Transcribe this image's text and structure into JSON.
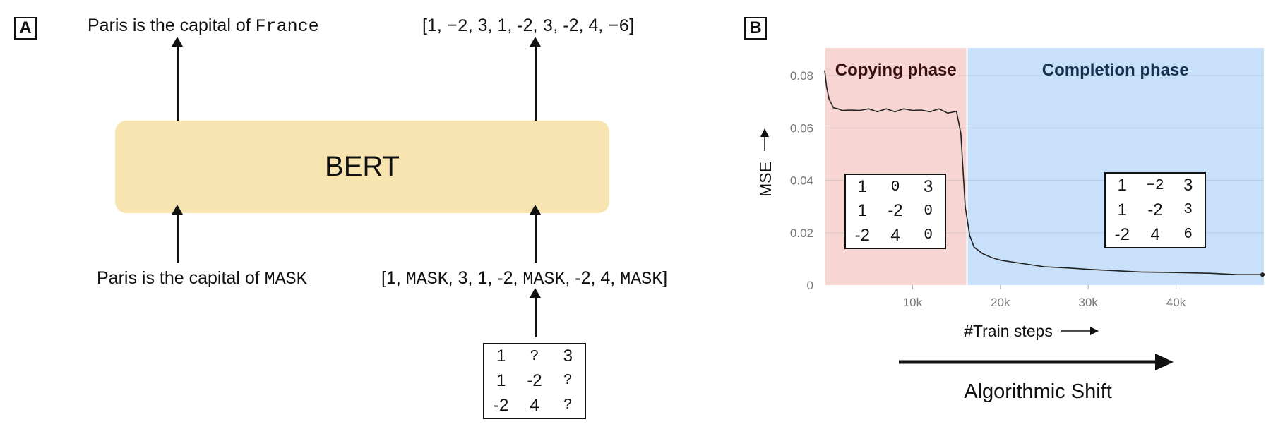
{
  "panels": {
    "a": "A",
    "b": "B"
  },
  "panel_a": {
    "bert_label": "BERT",
    "top_left": {
      "text": "Paris is the capital of ",
      "token": "France"
    },
    "bottom_left": {
      "text": "Paris is the capital of ",
      "token": "MASK"
    },
    "top_right": [
      "[1, ",
      "−2",
      ", 3, 1, -2, ",
      "3",
      ", -2, 4, ",
      "−6",
      "]"
    ],
    "bottom_right": [
      "[1, ",
      "MASK",
      ", 3, 1, -2, ",
      "MASK",
      ", -2, 4, ",
      "MASK",
      "]"
    ],
    "input_matrix": [
      [
        "1",
        "?",
        "3"
      ],
      [
        "1",
        "-2",
        "?"
      ],
      [
        "-2",
        "4",
        "?"
      ]
    ]
  },
  "panel_b": {
    "copy_matrix": [
      [
        "1",
        "0",
        "3"
      ],
      [
        "1",
        "-2",
        "0"
      ],
      [
        "-2",
        "4",
        "0"
      ]
    ],
    "complete_matrix": [
      [
        "1",
        "−2",
        "3"
      ],
      [
        "1",
        "-2",
        "3"
      ],
      [
        "-2",
        "4",
        "6"
      ]
    ],
    "shift_label": "Algorithmic Shift"
  },
  "chart_data": {
    "type": "line",
    "xlabel": "#Train steps",
    "ylabel": "MSE",
    "xlim": [
      0,
      50000
    ],
    "ylim": [
      0,
      0.09
    ],
    "x_ticks": [
      "10k",
      "20k",
      "30k",
      "40k"
    ],
    "x_tick_values": [
      10000,
      20000,
      30000,
      40000
    ],
    "y_ticks": [
      "0",
      "0.02",
      "0.04",
      "0.06",
      "0.08"
    ],
    "y_tick_values": [
      0,
      0.02,
      0.04,
      0.06,
      0.08
    ],
    "grid": true,
    "regions": [
      {
        "name": "Copying phase",
        "x": [
          0,
          16200
        ],
        "color": "#f6d5d2",
        "label_color": "#3a0f0f"
      },
      {
        "name": "Completion phase",
        "x": [
          16200,
          50000
        ],
        "color": "#c8e0fa",
        "label_color": "#17324f"
      }
    ],
    "series": [
      {
        "color": "#222222",
        "x": [
          0,
          200,
          500,
          1000,
          1500,
          2000,
          3000,
          4000,
          5000,
          6000,
          7000,
          8000,
          9000,
          10000,
          11000,
          12000,
          13000,
          14000,
          15000,
          15500,
          16000,
          16500,
          17000,
          18000,
          19000,
          20000,
          22000,
          25000,
          28000,
          30000,
          33000,
          36000,
          40000,
          44000,
          47000,
          50000
        ],
        "y": [
          0.082,
          0.076,
          0.071,
          0.068,
          0.067,
          0.067,
          0.0665,
          0.067,
          0.067,
          0.0665,
          0.067,
          0.0665,
          0.067,
          0.067,
          0.0665,
          0.0665,
          0.067,
          0.066,
          0.066,
          0.058,
          0.03,
          0.019,
          0.0145,
          0.012,
          0.0105,
          0.0095,
          0.0085,
          0.007,
          0.0065,
          0.006,
          0.0055,
          0.005,
          0.0048,
          0.0045,
          0.004,
          0.004
        ]
      }
    ]
  }
}
